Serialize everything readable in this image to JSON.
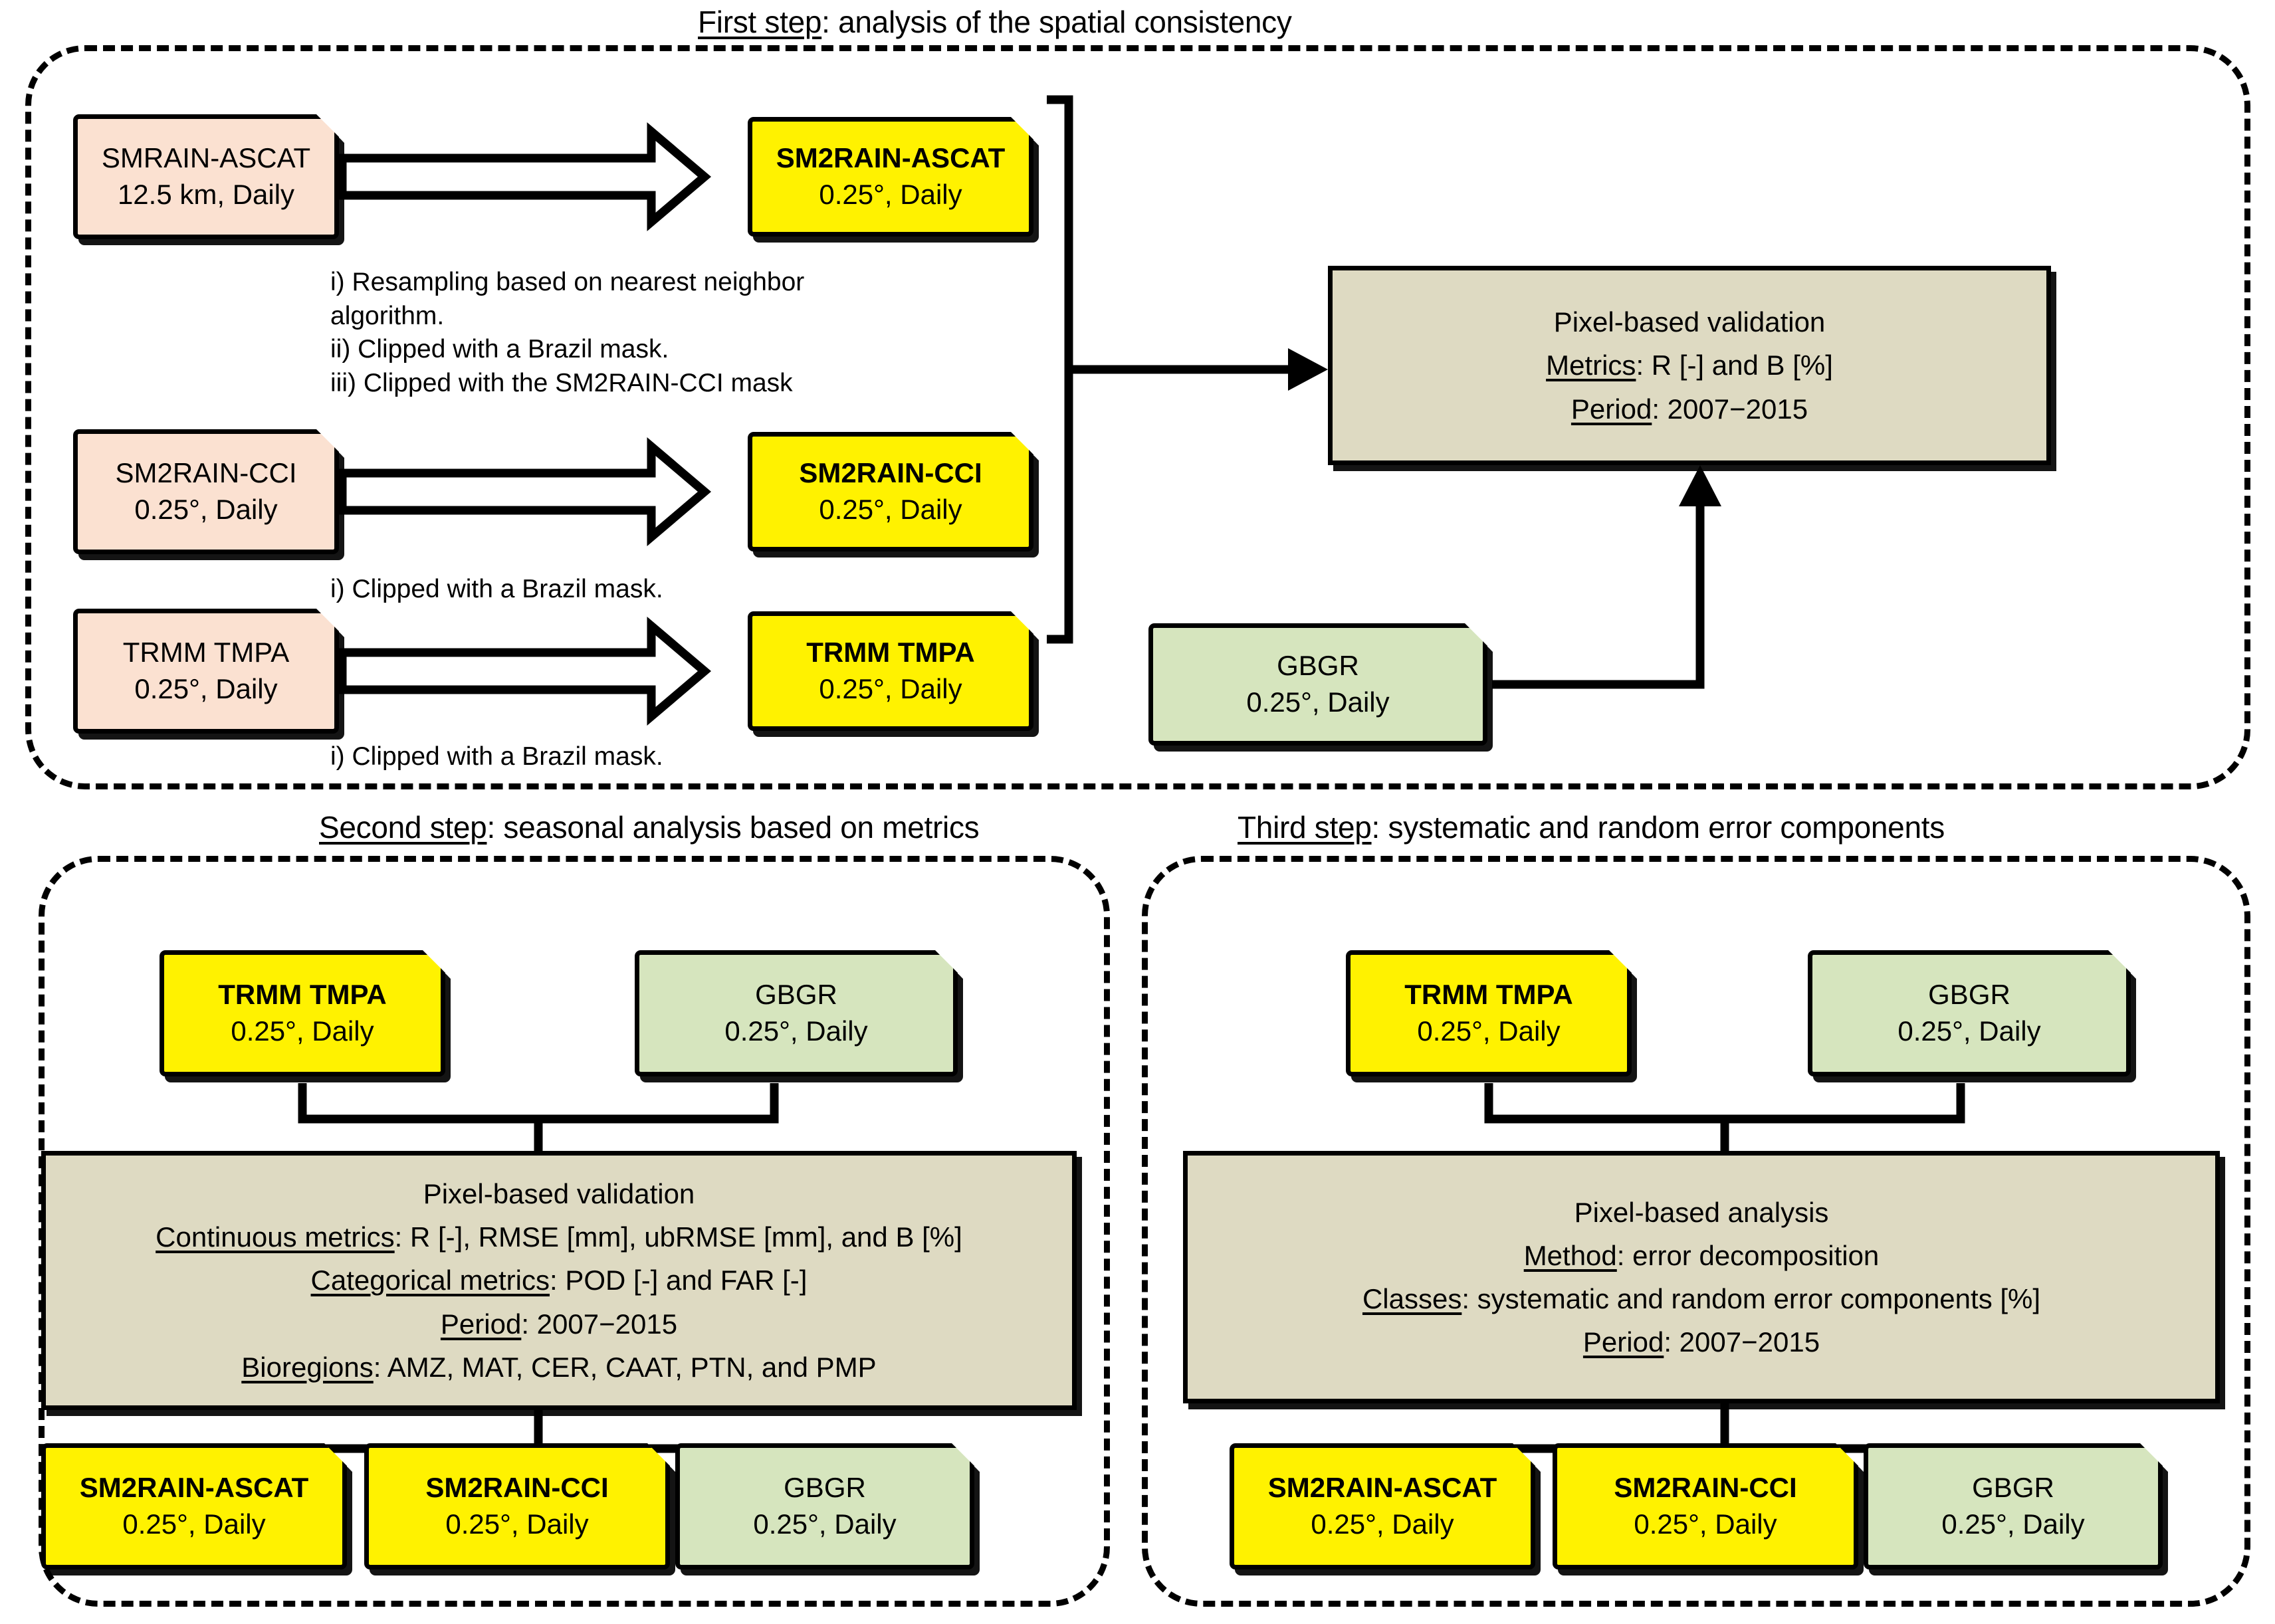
{
  "steps": [
    {
      "id": "first",
      "title_label": "First step",
      "title_rest": ": analysis of the spatial consistency"
    },
    {
      "id": "second",
      "title_label": "Second step",
      "title_rest": ": seasonal analysis based on metrics"
    },
    {
      "id": "third",
      "title_label": "Third step",
      "title_rest": ": systematic and random error components"
    }
  ],
  "step1": {
    "sources": [
      {
        "name": "SMRAIN-ASCAT",
        "res": "12.5 km, Daily",
        "fill": "peach"
      },
      {
        "name": "SM2RAIN-CCI",
        "res": "0.25°, Daily",
        "fill": "peach"
      },
      {
        "name": "TRMM TMPA",
        "res": "0.25°, Daily",
        "fill": "peach"
      }
    ],
    "outputs": [
      {
        "name": "SM2RAIN-ASCAT",
        "res": "0.25°, Daily",
        "fill": "yellow"
      },
      {
        "name": "SM2RAIN-CCI",
        "res": "0.25°, Daily",
        "fill": "yellow"
      },
      {
        "name": "TRMM TMPA",
        "res": "0.25°, Daily",
        "fill": "yellow"
      }
    ],
    "notes": [
      "i) Resampling based on nearest neighbor\nalgorithm.\nii) Clipped with a Brazil mask.\niii) Clipped with the SM2RAIN-CCI mask",
      "i) Clipped with a Brazil mask.",
      "i) Clipped with a Brazil mask."
    ],
    "reference": {
      "name": "GBGR",
      "res": "0.25°, Daily",
      "fill": "green"
    },
    "validation": {
      "heading": "Pixel-based validation",
      "rows": [
        {
          "label": "Metrics",
          "value": ": R [-] and B [%]"
        },
        {
          "label": "Period",
          "value": ": 2007−2015"
        }
      ]
    }
  },
  "step2": {
    "top_nodes": [
      {
        "name": "TRMM TMPA",
        "res": "0.25°, Daily",
        "fill": "yellow"
      },
      {
        "name": "GBGR",
        "res": "0.25°, Daily",
        "fill": "green"
      }
    ],
    "validation": {
      "heading": "Pixel-based validation",
      "rows": [
        {
          "label": "Continuous metrics",
          "value": ": R [-], RMSE [mm], ubRMSE [mm], and B [%]"
        },
        {
          "label": "Categorical metrics",
          "value": ": POD [-] and FAR [-]"
        },
        {
          "label": "Period",
          "value": ": 2007−2015"
        },
        {
          "label": "Bioregions",
          "value": ": AMZ, MAT, CER, CAAT, PTN, and PMP"
        }
      ]
    },
    "bottom_nodes": [
      {
        "name": "SM2RAIN-ASCAT",
        "res": "0.25°, Daily",
        "fill": "yellow"
      },
      {
        "name": "SM2RAIN-CCI",
        "res": "0.25°, Daily",
        "fill": "yellow"
      },
      {
        "name": "GBGR",
        "res": "0.25°, Daily",
        "fill": "green"
      }
    ]
  },
  "step3": {
    "top_nodes": [
      {
        "name": "TRMM TMPA",
        "res": "0.25°, Daily",
        "fill": "yellow"
      },
      {
        "name": "GBGR",
        "res": "0.25°, Daily",
        "fill": "green"
      }
    ],
    "analysis": {
      "heading": "Pixel-based analysis",
      "rows": [
        {
          "label": "Method",
          "value": ": error decomposition"
        },
        {
          "label": "Classes",
          "value": ":  systematic and random error components [%]"
        },
        {
          "label": "Period",
          "value": ": 2007−2015"
        }
      ]
    },
    "bottom_nodes": [
      {
        "name": "SM2RAIN-ASCAT",
        "res": "0.25°, Daily",
        "fill": "yellow"
      },
      {
        "name": "SM2RAIN-CCI",
        "res": "0.25°, Daily",
        "fill": "yellow"
      },
      {
        "name": "GBGR",
        "res": "0.25°, Daily",
        "fill": "green"
      }
    ]
  },
  "colors": {
    "source_fill": "#FBE1D1",
    "processed_fill": "#FFF200",
    "reference_fill": "#D6E5BE",
    "process_fill": "#DEDAC2",
    "stroke": "#000000"
  }
}
